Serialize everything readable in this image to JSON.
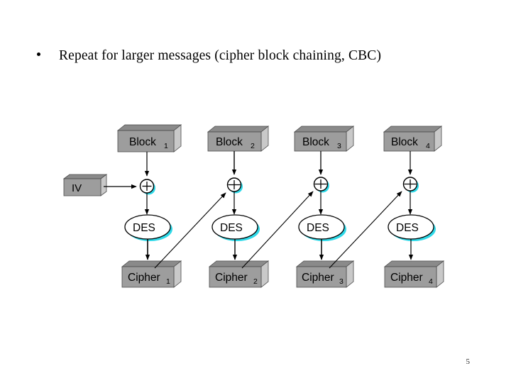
{
  "slide": {
    "page_number": "5",
    "bullet": {
      "marker": "bullet-dot",
      "text": "Repeat for larger messages (cipher block chaining, CBC)"
    }
  },
  "colors": {
    "box_face": "#9d9d9d",
    "box_top": "#8a8a8a",
    "box_side": "#c9c9c9",
    "box_outline": "#4a4a4a",
    "shadow_cyan": "#2fd9e8",
    "ellipse_fill": "#ffffff",
    "line": "#000000",
    "text": "#000000",
    "background": "#ffffff"
  },
  "diagram": {
    "name": "cipher-block-chaining-cbc-diagram",
    "iv": {
      "label": "IV"
    },
    "columns": [
      {
        "index": 1,
        "block": {
          "label": "Block",
          "subscript": "1"
        },
        "xor": {
          "label": "+"
        },
        "des": {
          "label": "DES"
        },
        "cipher": {
          "label": "Cipher",
          "subscript": "1"
        }
      },
      {
        "index": 2,
        "block": {
          "label": "Block",
          "subscript": "2"
        },
        "xor": {
          "label": "+"
        },
        "des": {
          "label": "DES"
        },
        "cipher": {
          "label": "Cipher",
          "subscript": "2"
        }
      },
      {
        "index": 3,
        "block": {
          "label": "Block",
          "subscript": "3"
        },
        "xor": {
          "label": "+"
        },
        "des": {
          "label": "DES"
        },
        "cipher": {
          "label": "Cipher",
          "subscript": "3"
        }
      },
      {
        "index": 4,
        "block": {
          "label": "Block",
          "subscript": "4"
        },
        "xor": {
          "label": "+"
        },
        "des": {
          "label": "DES"
        },
        "cipher": {
          "label": "Cipher",
          "subscript": "4"
        }
      }
    ]
  }
}
